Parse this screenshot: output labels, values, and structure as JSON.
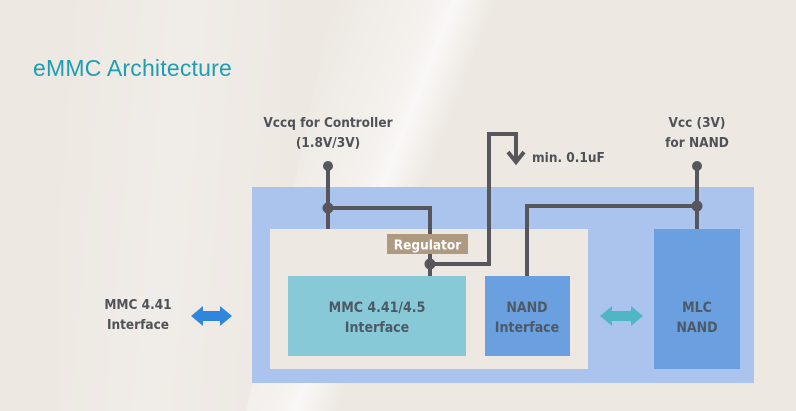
{
  "title": "eMMC Architecture",
  "labels": {
    "vccq_line1": "Vccq for Controller",
    "vccq_line2": "(1.8V/3V)",
    "vcc_line1": "Vcc (3V)",
    "vcc_line2": "for NAND",
    "capacitor": "min. 0.1uF",
    "regulator": "Regulator",
    "mmc_block_line1": "MMC 4.41/4.5",
    "mmc_block_line2": "Interface",
    "nand_if_line1": "NAND",
    "nand_if_line2": "Interface",
    "mlc_line1": "MLC",
    "mlc_line2": "NAND",
    "host_if_line1": "MMC 4.41",
    "host_if_line2": "Interface"
  },
  "icons": {
    "host_arrow": "double-arrow-horizontal",
    "nand_arrow": "double-arrow-horizontal",
    "cap_arrow": "arrow-down"
  },
  "colors": {
    "title": "#1e9eb2",
    "package": "#abc4ee",
    "controller": "#ede8e2",
    "mmc_interface": "#87c9d6",
    "nand_interface": "#6a9fe0",
    "mlc_nand": "#6a9fe0",
    "regulator": "#ae9a80",
    "wire": "#56565c",
    "host_arrow": "#2f87dd",
    "nand_arrow": "#4fb6c4"
  }
}
